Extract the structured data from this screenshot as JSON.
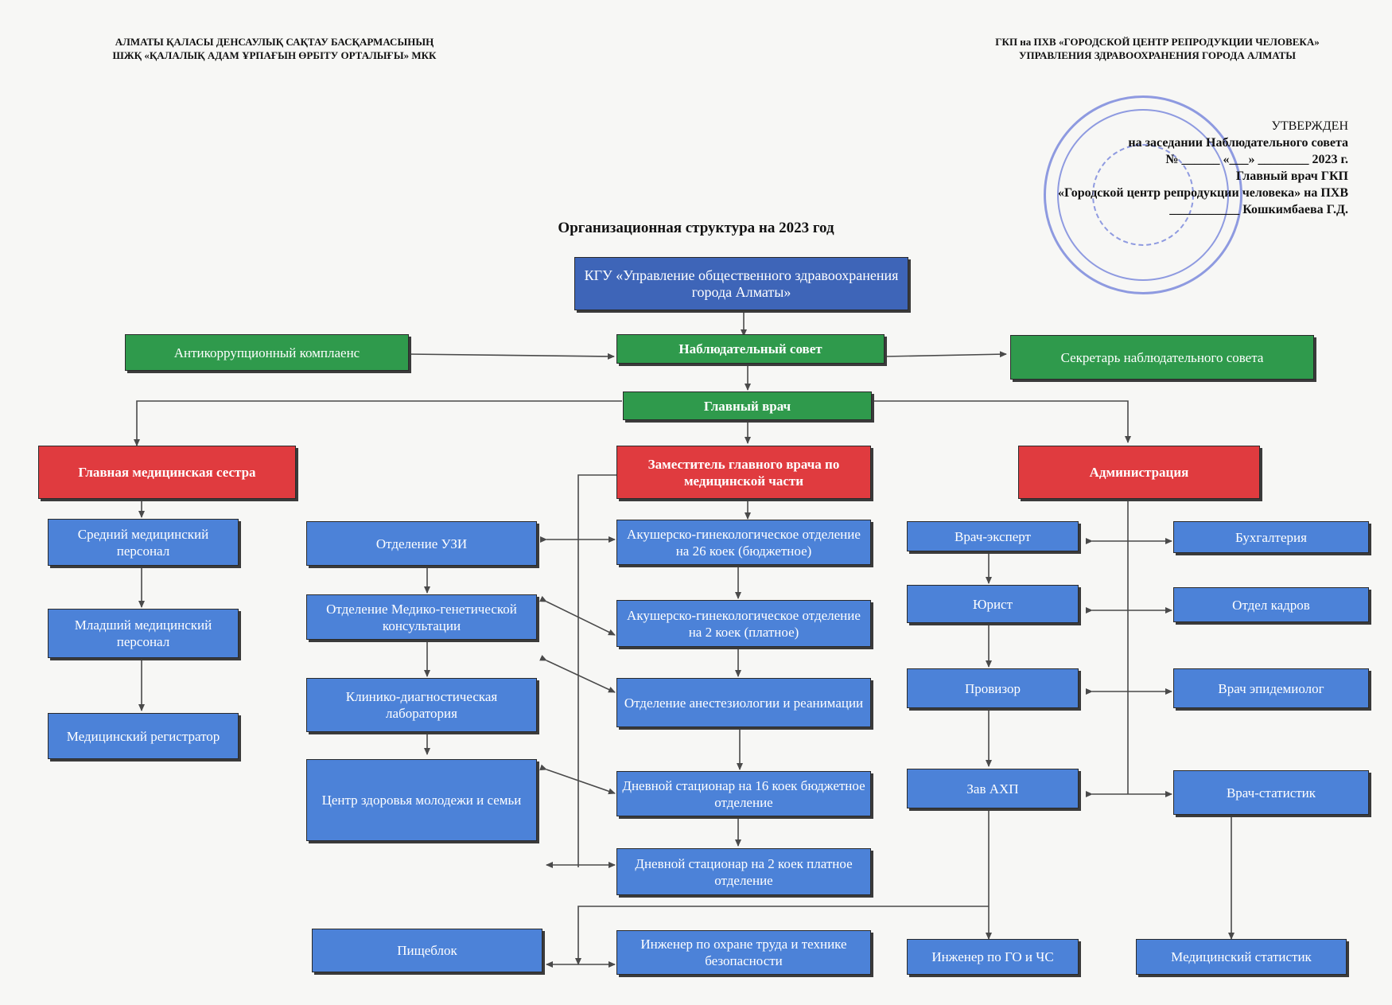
{
  "header": {
    "left_line1": "АЛМАТЫ ҚАЛАСЫ ДЕНСАУЛЫҚ САҚТАУ БАСҚАРМАСЫНЫҢ",
    "left_line2": "ШЖҚ «ҚАЛАЛЫҚ АДАМ ҰРПАҒЫН ӨРБІТУ ОРТАЛЫҒЫ» МКК",
    "right_line1": "ГКП на ПХВ «ГОРОДСКОЙ ЦЕНТР РЕПРОДУКЦИИ ЧЕЛОВЕКА»",
    "right_line2": "УПРАВЛЕНИЯ ЗДРАВООХРАНЕНИЯ ГОРОДА АЛМАТЫ"
  },
  "approval": {
    "line0": "УТВЕРЖДЕН",
    "line1": "на заседании Наблюдательного совета",
    "line2": "№ ______ «___» ________ 2023 г.",
    "line3": "Главный врач ГКП",
    "line4": "«Городской центр репродукции человека» на ПХВ",
    "line5": "___________ Кошкимбаева Г.Д."
  },
  "title": "Организационная структура на 2023 год",
  "colors": {
    "navy": "#3e65b8",
    "blue": "#4c82d8",
    "green": "#2f9a4c",
    "red": "#e03b3f",
    "line": "#4a4a4a",
    "stamp": "#3a4fd0"
  },
  "nodes": {
    "kgu": "КГУ «Управление общественного здравоохранения  города Алматы»",
    "anticorruption": "Антикоррупционный     комплаенс",
    "supervisory_board": "Наблюдательный совет",
    "board_secretary": "Секретарь наблюдательного совета",
    "chief_doctor": "Главный врач",
    "chief_nurse": "Главная медицинская сестра",
    "deputy_medical": "Заместитель главного врача по медицинской части",
    "administration": "Администрация",
    "middle_staff": "Средний медицинский персонал",
    "junior_staff": "Младший медицинский персонал",
    "registrar": "Медицинский регистратор",
    "uzi": "Отделение УЗИ",
    "genetic": "Отделение Медико-генетической консультации",
    "lab": "Клинико-диагностическая лаборатория",
    "youth_center": "Центр здоровья молодежи и семьи",
    "food": "Пищеблок",
    "obgyn26": "Акушерско-гинекологическое отделение на 26 коек (бюджетное)",
    "obgyn2": "Акушерско-гинекологическое отделение на 2 коек (платное)",
    "anesthesia": "Отделение анестезиологии и реанимации",
    "day16": "Дневной стационар на 16 коек бюджетное отделение",
    "day2": "Дневной стационар на 2 коек платное отделение",
    "safety_engineer": "Инженер по охране труда и технике безопасности",
    "expert": "Врач-эксперт",
    "lawyer": "Юрист",
    "pharmacist": "Провизор",
    "ahp": "Зав АХП",
    "go_engineer": "Инженер по ГО и ЧС",
    "accounting": "Бухгалтерия",
    "hr": "Отдел кадров",
    "epidemiologist": "Врач  эпидемиолог",
    "statistician_doc": "Врач-статистик",
    "med_statistician": "Медицинский статистик"
  }
}
